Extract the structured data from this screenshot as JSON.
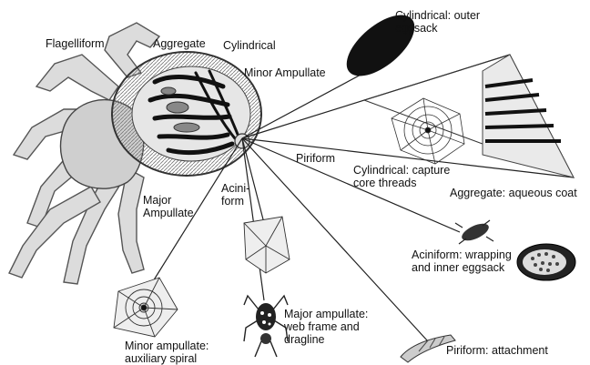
{
  "labels": {
    "flagelliform": "Flagelliform",
    "aggregate": "Aggregate",
    "cylindrical": "Cylindrical",
    "minor_ampullate": "Minor Ampullate",
    "major_ampullate_l1": "Major",
    "major_ampullate_l2": "Ampullate",
    "aciniform_l1": "Acini-",
    "aciniform_l2": "form",
    "piriform": "Piriform",
    "cyl_outer_l1": "Cylindrical: outer",
    "cyl_outer_l2": "eggsack",
    "cyl_capture_l1": "Cylindrical: capture",
    "cyl_capture_l2": "core threads",
    "aggregate_coat": "Aggregate: aqueous coat",
    "aciniform_wrap_l1": "Aciniform: wrapping",
    "aciniform_wrap_l2": "and inner eggsack",
    "major_amp_frame_l1": "Major ampullate:",
    "major_amp_frame_l2": "web frame and",
    "major_amp_frame_l3": "dragline",
    "minor_amp_aux_l1": "Minor ampullate:",
    "minor_amp_aux_l2": "auxiliary spiral",
    "piriform_attach": "Piriform: attachment"
  }
}
